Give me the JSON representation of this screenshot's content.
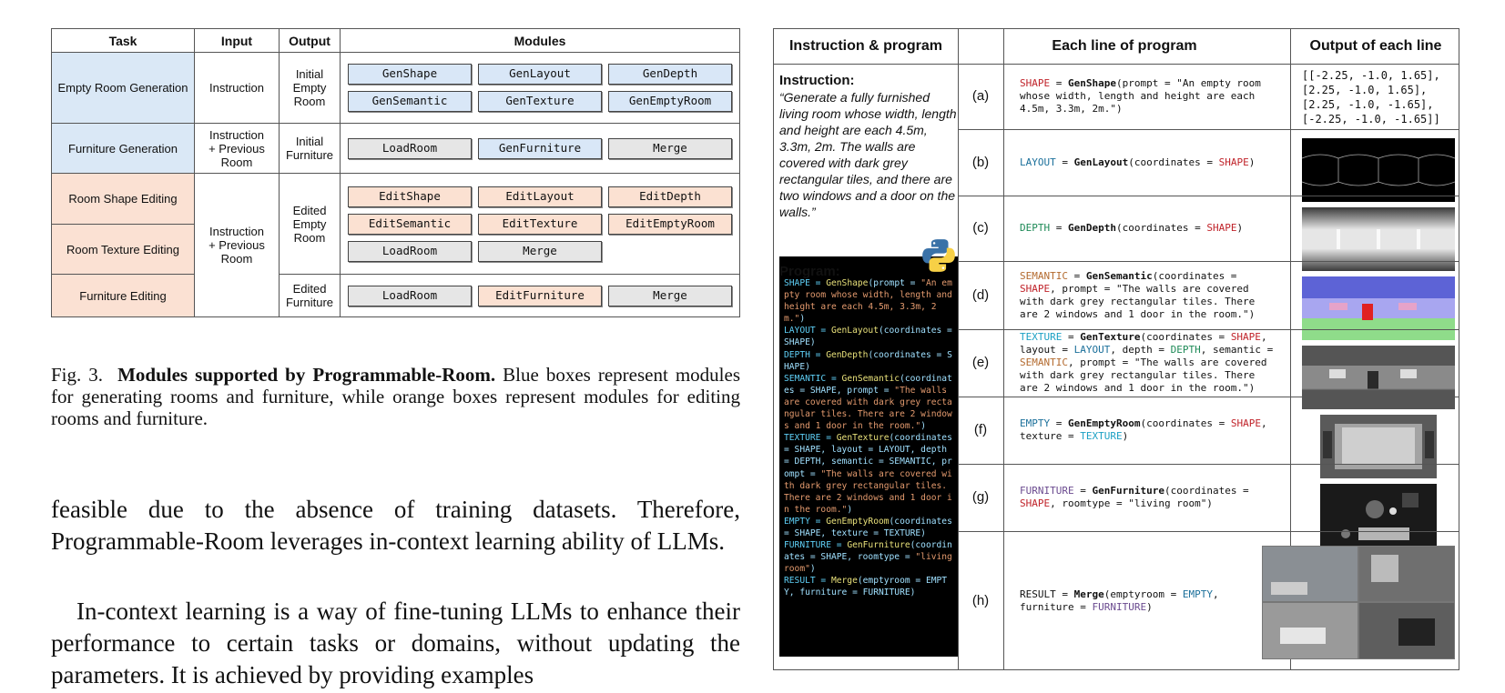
{
  "modules_table": {
    "headers": [
      "Task",
      "Input",
      "Output",
      "Modules"
    ],
    "rows": [
      {
        "task": "Empty Room Generation",
        "input": "Instruction",
        "output": "Initial\nEmpty\nRoom",
        "modules": [
          [
            "GenShape",
            "blue"
          ],
          [
            "GenLayout",
            "blue"
          ],
          [
            "GenDepth",
            "blue"
          ],
          [
            "GenSemantic",
            "blue"
          ],
          [
            "GenTexture",
            "blue"
          ],
          [
            "GenEmptyRoom",
            "blue"
          ]
        ]
      },
      {
        "task": "Furniture Generation",
        "input": "Instruction\n+ Previous\nRoom",
        "output": "Initial\nFurniture",
        "modules": [
          [
            "LoadRoom",
            "gray"
          ],
          [
            "GenFurniture",
            "blue"
          ],
          [
            "Merge",
            "gray"
          ]
        ]
      },
      {
        "task": "Room Shape Editing",
        "input": "Instruction\n+ Previous\nRoom",
        "output": "Edited\nEmpty\nRoom",
        "modules": [
          [
            "EditShape",
            "orange"
          ],
          [
            "EditLayout",
            "orange"
          ],
          [
            "EditDepth",
            "orange"
          ],
          [
            "EditSemantic",
            "orange"
          ],
          [
            "EditTexture",
            "orange"
          ],
          [
            "EditEmptyRoom",
            "orange"
          ],
          [
            "LoadRoom",
            "gray"
          ],
          [
            "Merge",
            "gray"
          ]
        ]
      },
      {
        "task": "Room Texture Editing"
      },
      {
        "task": "Furniture Editing",
        "output": "Edited\nFurniture",
        "modules": [
          [
            "LoadRoom",
            "gray"
          ],
          [
            "EditFurniture",
            "orange"
          ],
          [
            "Merge",
            "gray"
          ]
        ]
      }
    ]
  },
  "caption": {
    "label": "Fig. 3.",
    "bold": "Modules supported by Programmable-Room.",
    "rest": " Blue boxes represent modules for generating rooms and furniture, while orange boxes represent modules for editing rooms and furniture."
  },
  "body": {
    "para1": "feasible due to the absence of training datasets. Therefore, Programmable-Room leverages in-context learning ability of LLMs.",
    "para2": "In-context learning is a way of fine-tuning LLMs to enhance their performance to certain tasks or domains, without updating the parameters. It is achieved by providing examples"
  },
  "program_table": {
    "headers": [
      "Instruction & program",
      "Each line of program",
      "Output of each line"
    ],
    "instruction_title": "Instruction:",
    "instruction": "“Generate a fully furnished living room whose width, length and height are each 4.5m, 3.3m, 2m. The walls are covered with dark grey rectangular tiles, and there are two windows and a door on the walls.”",
    "program_title": "Program:",
    "code_lines": [
      [
        [
          "SHAPE",
          "var"
        ],
        [
          " = ",
          ""
        ],
        [
          "GenShape",
          "fn"
        ],
        [
          "(prompt = ",
          "arg"
        ],
        [
          "\"An empty room whose width, length and height are each 4.5m, 3.3m, 2m.\"",
          "str"
        ],
        [
          ")",
          "arg"
        ]
      ],
      [
        [
          "LAYOUT",
          "var"
        ],
        [
          " = ",
          ""
        ],
        [
          "GenLayout",
          "fn"
        ],
        [
          "(coordinates = SHAPE)",
          "arg"
        ]
      ],
      [
        [
          "DEPTH",
          "var"
        ],
        [
          " = ",
          ""
        ],
        [
          "GenDepth",
          "fn"
        ],
        [
          "(coordinates = SHAPE)",
          "arg"
        ]
      ],
      [
        [
          "SEMANTIC",
          "var"
        ],
        [
          " = ",
          ""
        ],
        [
          "GenSemantic",
          "fn"
        ],
        [
          "(coordinates = SHAPE, prompt = ",
          "arg"
        ],
        [
          "\"The walls are covered with dark grey rectangular tiles. There are 2 windows and 1 door in the room.\"",
          "str"
        ],
        [
          ")",
          "arg"
        ]
      ],
      [
        [
          "TEXTURE",
          "var"
        ],
        [
          " = ",
          ""
        ],
        [
          "GenTexture",
          "fn"
        ],
        [
          "(coordinates = SHAPE, layout = LAYOUT, depth = DEPTH, semantic = SEMANTIC, prompt = ",
          "arg"
        ],
        [
          "\"The walls are covered with dark grey rectangular tiles. There are 2 windows and 1 door in the room.\"",
          "str"
        ],
        [
          ")",
          "arg"
        ]
      ],
      [
        [
          "EMPTY",
          "var"
        ],
        [
          " = ",
          ""
        ],
        [
          "GenEmptyRoom",
          "fn"
        ],
        [
          "(coordinates = SHAPE, texture = TEXTURE)",
          "arg"
        ]
      ],
      [
        [
          "FURNITURE",
          "var"
        ],
        [
          " = ",
          ""
        ],
        [
          "GenFurniture",
          "fn"
        ],
        [
          "(coordinates = SHAPE, roomtype = ",
          "arg"
        ],
        [
          "\"living room\"",
          "str"
        ],
        [
          ")",
          "arg"
        ]
      ],
      [
        [
          "RESULT",
          "var"
        ],
        [
          " = ",
          ""
        ],
        [
          "Merge",
          "fn"
        ],
        [
          "(emptyroom = EMPTY, furniture = FURNITURE)",
          "arg"
        ]
      ]
    ],
    "rows": [
      {
        "label": "(a)",
        "code": [
          [
            "SHAPE",
            "red"
          ],
          [
            " = ",
            ""
          ],
          [
            "GenShape",
            "fn"
          ],
          [
            "(prompt = \"An empty room whose width, length and height are each 4.5m, 3.3m, 2m.\")",
            ""
          ]
        ]
      },
      {
        "label": "(b)",
        "code": [
          [
            "LAYOUT",
            "blue"
          ],
          [
            " = ",
            ""
          ],
          [
            "GenLayout",
            "fn"
          ],
          [
            "(coordinates = ",
            ""
          ],
          [
            "SHAPE",
            "red"
          ],
          [
            ")",
            ""
          ]
        ]
      },
      {
        "label": "(c)",
        "code": [
          [
            "DEPTH",
            "green"
          ],
          [
            " = ",
            ""
          ],
          [
            "GenDepth",
            "fn"
          ],
          [
            "(coordinates = ",
            ""
          ],
          [
            "SHAPE",
            "red"
          ],
          [
            ")",
            ""
          ]
        ]
      },
      {
        "label": "(d)",
        "code": [
          [
            "SEMANTIC",
            "orange"
          ],
          [
            " = ",
            ""
          ],
          [
            "GenSemantic",
            "fn"
          ],
          [
            "(coordinates = ",
            ""
          ],
          [
            "SHAPE",
            "red"
          ],
          [
            ", prompt = \"The walls are covered with dark grey rectangular tiles. There are 2 windows and 1 door in the room.\")",
            ""
          ]
        ]
      },
      {
        "label": "(e)",
        "code": [
          [
            "TEXTURE",
            "teal"
          ],
          [
            " = ",
            ""
          ],
          [
            "GenTexture",
            "fn"
          ],
          [
            "(coordinates = ",
            ""
          ],
          [
            "SHAPE",
            "red"
          ],
          [
            ", layout = ",
            ""
          ],
          [
            "LAYOUT",
            "blue"
          ],
          [
            ", depth = ",
            ""
          ],
          [
            "DEPTH",
            "green"
          ],
          [
            ", semantic = ",
            ""
          ],
          [
            "SEMANTIC",
            "orange"
          ],
          [
            ", prompt = \"The walls are covered with dark grey rectangular tiles. There are 2 windows and 1 door in the room.\")",
            ""
          ]
        ]
      },
      {
        "label": "(f)",
        "code": [
          [
            "EMPTY",
            "blue"
          ],
          [
            " = ",
            ""
          ],
          [
            "GenEmptyRoom",
            "fn"
          ],
          [
            "(coordinates = ",
            ""
          ],
          [
            "SHAPE",
            "red"
          ],
          [
            ", texture = ",
            ""
          ],
          [
            "TEXTURE",
            "teal"
          ],
          [
            ")",
            ""
          ]
        ]
      },
      {
        "label": "(g)",
        "code": [
          [
            "FURNITURE",
            "purple"
          ],
          [
            " = ",
            ""
          ],
          [
            "GenFurniture",
            "fn"
          ],
          [
            "(coordinates = ",
            ""
          ],
          [
            "SHAPE",
            "red"
          ],
          [
            ", roomtype = \"living room\")",
            ""
          ]
        ]
      },
      {
        "label": "(h)",
        "code": [
          [
            "RESULT",
            ""
          ],
          [
            " = ",
            ""
          ],
          [
            "Merge",
            "fn"
          ],
          [
            "(emptyroom = ",
            ""
          ],
          [
            "EMPTY",
            "blue"
          ],
          [
            ", furniture = ",
            ""
          ],
          [
            "FURNITURE",
            "purple"
          ],
          [
            ")",
            ""
          ]
        ]
      }
    ],
    "coordinates_output": "[[-2.25, -1.0, 1.65],\n[2.25, -1.0, 1.65],\n[2.25, -1.0, -1.65],\n[-2.25, -1.0, -1.65]]"
  }
}
